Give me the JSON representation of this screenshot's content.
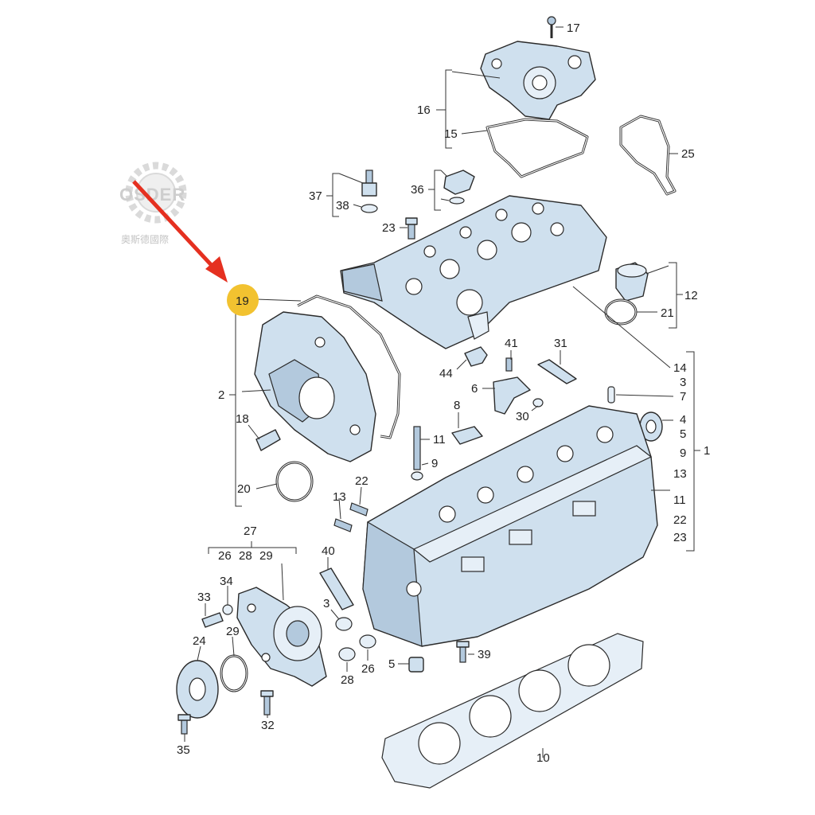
{
  "watermark": {
    "brand": "OSDER",
    "subtitle": "奧斯德國際"
  },
  "highlight": {
    "label": "19",
    "color": "#f2c230"
  },
  "arrow_color": "#e53020",
  "labels": {
    "l1": "1",
    "l2": "2",
    "l3a": "3",
    "l3b": "3",
    "l4": "4",
    "l5a": "5",
    "l5b": "5",
    "l6": "6",
    "l7": "7",
    "l8": "8",
    "l9a": "9",
    "l9b": "9",
    "l10": "10",
    "l11a": "11",
    "l11b": "11",
    "l12": "12",
    "l13a": "13",
    "l13b": "13",
    "l14": "14",
    "l15": "15",
    "l16": "16",
    "l17": "17",
    "l18": "18",
    "l20": "20",
    "l21": "21",
    "l22a": "22",
    "l22b": "22",
    "l23a": "23",
    "l23b": "23",
    "l24": "24",
    "l25": "25",
    "l26a": "26",
    "l26b": "26",
    "l27": "27",
    "l28a": "28",
    "l28b": "28",
    "l29a": "29",
    "l29b": "29",
    "l30": "30",
    "l31": "31",
    "l32": "32",
    "l33": "33",
    "l34": "34",
    "l35": "35",
    "l36": "36",
    "l37": "37",
    "l38": "38",
    "l39": "39",
    "l40": "40",
    "l41": "41",
    "l44": "44"
  }
}
